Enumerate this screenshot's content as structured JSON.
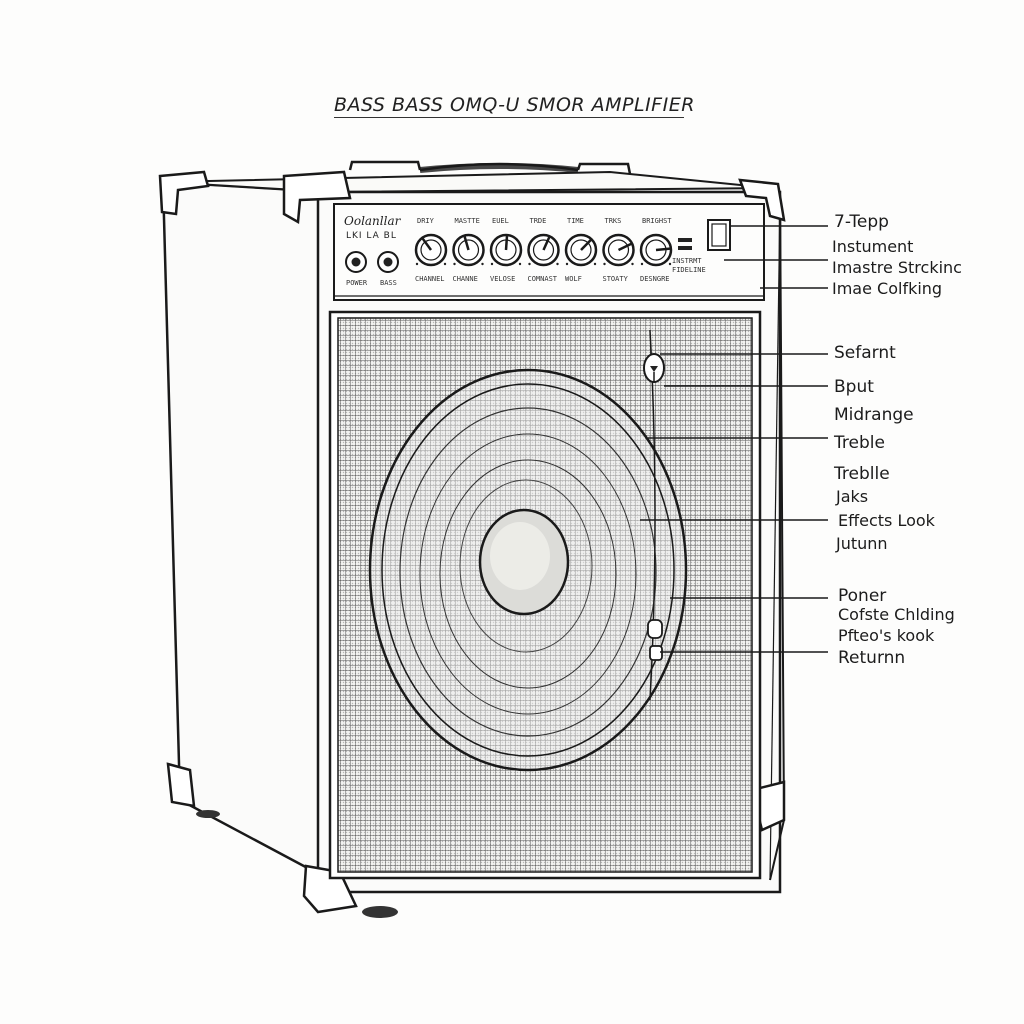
{
  "title": "BASS BASS OMQ-U SMOR AMPLIFIER",
  "panel": {
    "brand": "Oolanllar",
    "brand_sub": "LKI LA BL",
    "input_labels": [
      "POWER",
      "BASS"
    ],
    "knobs_top": [
      "DRIY",
      "MASTTE",
      "EUEL",
      "TRDE",
      "TIME",
      "TRKS",
      "BRIGHST"
    ],
    "knobs_bottom": [
      "CHANNEL",
      "CHANNE",
      "VELOSE",
      "COMNAST",
      "WOLF",
      "STOATY",
      "DESNGRE"
    ],
    "switch_labels": [
      "INSTRMT",
      "FIDELINE"
    ]
  },
  "callouts": [
    "7-Tepp",
    "Instument",
    "Imastre Strckinc",
    "Imae Colfking",
    "Sefarnt",
    "Bput",
    "Midrange",
    "Treble",
    "Treblle",
    "Jaks",
    "Effects Look",
    "Jutunn",
    "Poner",
    "Cofste Chlding",
    "Pfteo's kook",
    "Returnn"
  ]
}
